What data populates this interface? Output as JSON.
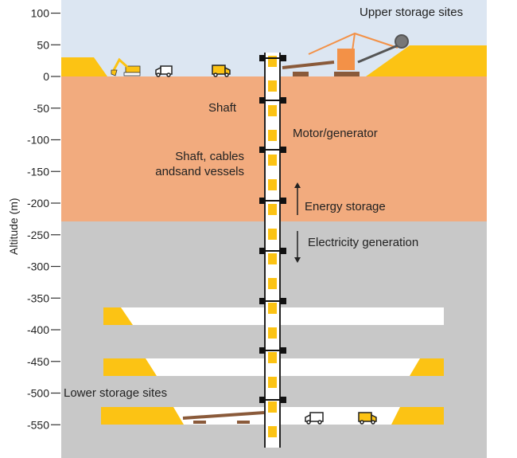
{
  "axis": {
    "label": "Altitude (m)",
    "ticks": [
      100,
      50,
      0,
      -50,
      -100,
      -150,
      -200,
      -250,
      -300,
      -350,
      -400,
      -450,
      -500,
      -550
    ]
  },
  "labels": {
    "upper": "Upper storage sites",
    "lower": "Lower storage sites",
    "shaft": "Shaft",
    "motor": "Motor/generator",
    "cables1": "Shaft, cables",
    "cables2": "andsand vessels",
    "energy": "Energy storage",
    "electricity": "Electricity generation"
  },
  "colors": {
    "sky": "#dce6f2",
    "orange": "#f2ab7e",
    "gray": "#c8c8c8",
    "yellow": "#fcc314",
    "machine": "#f39147"
  }
}
